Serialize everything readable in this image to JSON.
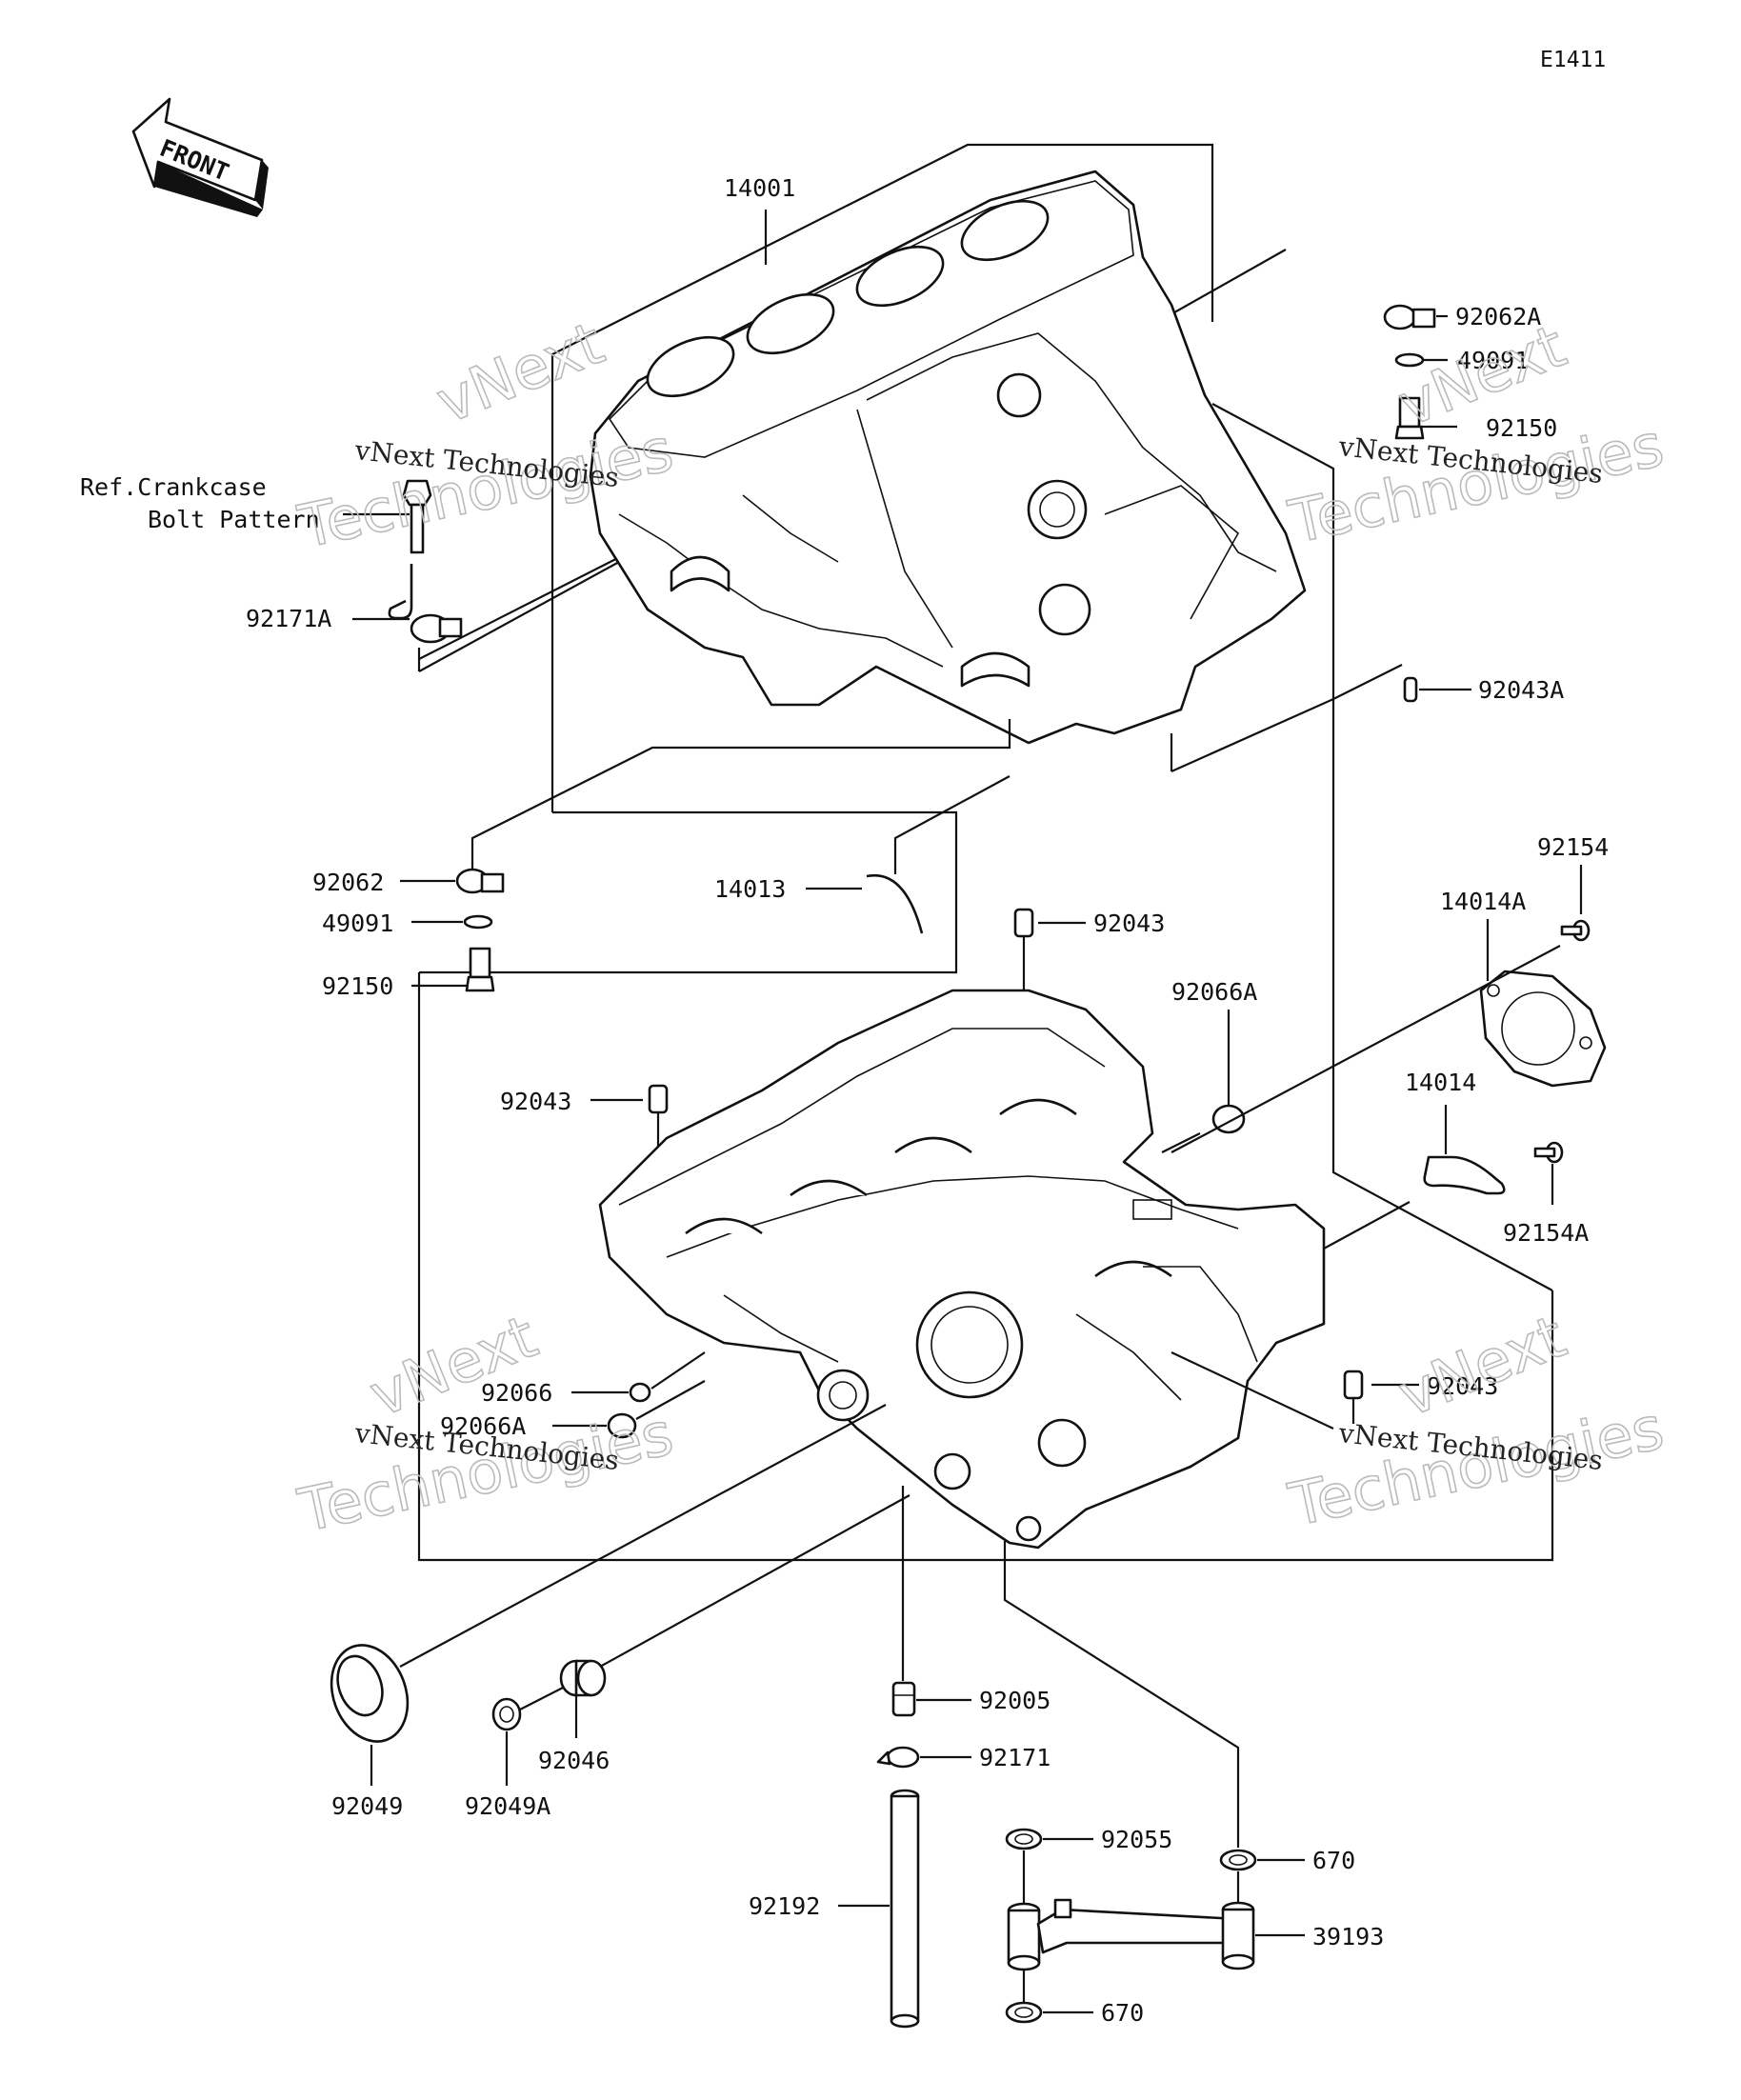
{
  "diagram_code": "E1411",
  "front_arrow_label": "FRONT",
  "reference_note": [
    "Ref.Crankcase",
    "Bolt Pattern"
  ],
  "watermark": {
    "line1": "vNext Technologies",
    "line2": "Technologies",
    "line3": "vNext"
  },
  "parts": {
    "p14001": "14001",
    "p92062A": "92062A",
    "p49091_top": "49091",
    "p92150_top": "92150",
    "p92171A": "92171A",
    "p92043A": "92043A",
    "p92062": "92062",
    "p14013": "14013",
    "p49091": "49091",
    "p92150": "92150",
    "p92043_a": "92043",
    "p92154": "92154",
    "p14014A": "14014A",
    "p92066A_top": "92066A",
    "p92043_b": "92043",
    "p14014": "14014",
    "p92154A": "92154A",
    "p92066": "92066",
    "p92066A": "92066A",
    "p92043_c": "92043",
    "p92005": "92005",
    "p92171": "92171",
    "p92049": "92049",
    "p92049A": "92049A",
    "p92046": "92046",
    "p92055": "92055",
    "p670_a": "670",
    "p92192": "92192",
    "p39193": "39193",
    "p670_b": "670"
  }
}
